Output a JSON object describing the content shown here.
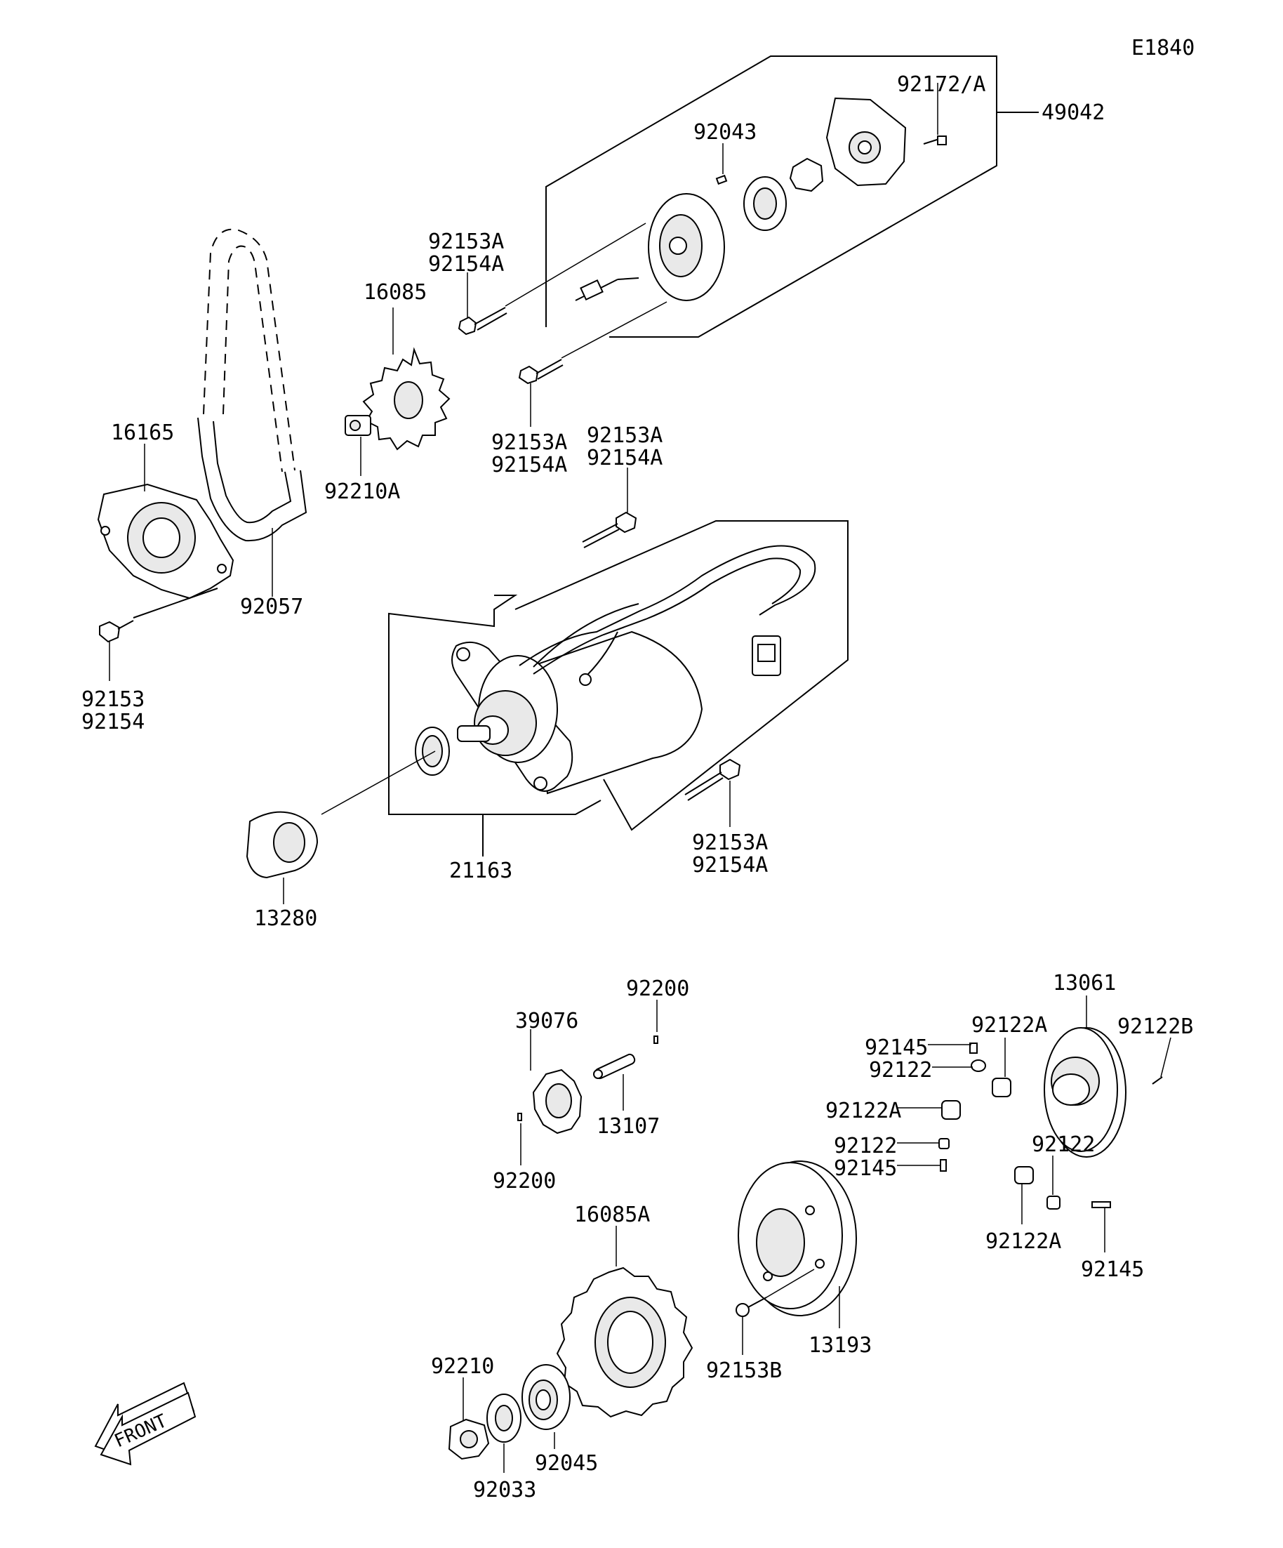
{
  "diagram_id": "E1840",
  "front_label": "FRONT",
  "labels": {
    "p49042": "49042",
    "p92172a": "92172/A",
    "p92043": "92043",
    "p92153a_top_a": "92153A",
    "p92154a_top_a": "92154A",
    "p16085": "16085",
    "p92153a_mid_a": "92153A",
    "p92154a_mid_a": "92154A",
    "p92153a_mid_b": "92153A",
    "p92154a_mid_b": "92154A",
    "p16165": "16165",
    "p92210a": "92210A",
    "p92057": "92057",
    "p92153": "92153",
    "p92154": "92154",
    "p92153a_low": "92153A",
    "p92154a_low": "92154A",
    "p21163": "21163",
    "p13280": "13280",
    "p92200_top": "92200",
    "p39076": "39076",
    "p13107": "13107",
    "p92200_bot": "92200",
    "p13061": "13061",
    "p92122a_top": "92122A",
    "p92122b": "92122B",
    "p92145_top": "92145",
    "p92122_top": "92122",
    "p92122a_mid": "92122A",
    "p92122_mid": "92122",
    "p92145_mid": "92145",
    "p92122_right": "92122",
    "p92122a_bot": "92122A",
    "p92145_bot": "92145",
    "p16085a": "16085A",
    "p13193": "13193",
    "p92153b": "92153B",
    "p92210": "92210",
    "p92045": "92045",
    "p92033": "92033"
  }
}
